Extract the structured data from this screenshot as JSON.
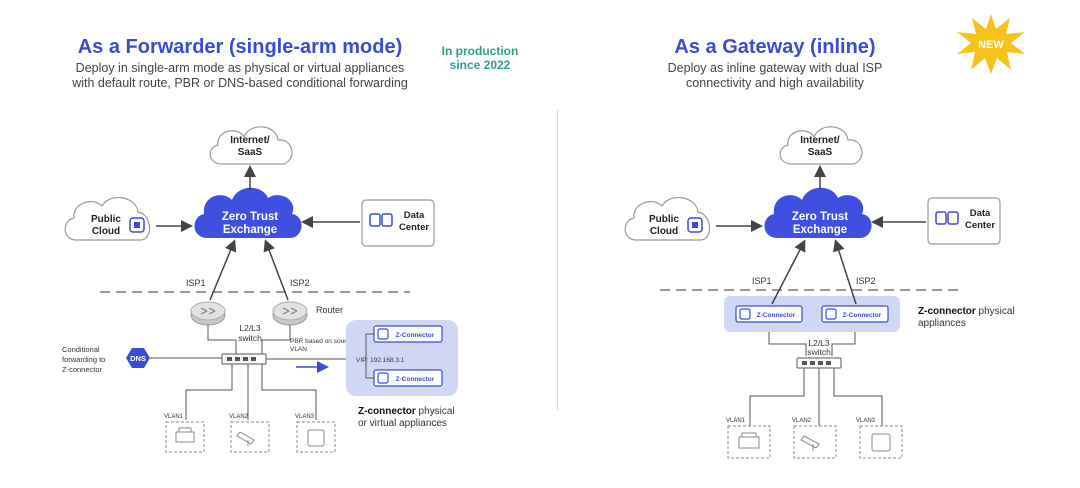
{
  "left": {
    "title": "As a Forwarder (single-arm mode)",
    "subtitle_line1": "Deploy in single-arm mode as physical or virtual appliances",
    "subtitle_line2": "with default route, PBR or DNS-based conditional forwarding",
    "badge_line1": "In production",
    "badge_line2": "since 2022",
    "internet_line1": "Internet/",
    "internet_line2": "SaaS",
    "cloud_line1": "Public",
    "cloud_line2": "Cloud",
    "zte_line1": "Zero Trust",
    "zte_line2": "Exchange",
    "dc_line1": "Data",
    "dc_line2": "Center",
    "isp1": "ISP1",
    "isp2": "ISP2",
    "router": "Router",
    "switch_line1": "L2/L3",
    "switch_line2": "switch",
    "dns": "DNS",
    "cond_line1": "Conditional",
    "cond_line2": "forwarding to",
    "cond_line3": "Z-connector",
    "pbr_line1": "PBR based on source",
    "pbr_line2": "VLAN",
    "vip": "VIP: 192.168.3.1",
    "zconn": "Z-Connector",
    "vlan1": "VLAN1",
    "vlan2": "VLAN2",
    "vlan3": "VLAN3",
    "caption_bold": "Z-connector",
    "caption_rest": " physical",
    "caption_line2": "or virtual appliances"
  },
  "right": {
    "title": "As a Gateway (inline)",
    "subtitle_line1": "Deploy as inline gateway with dual ISP",
    "subtitle_line2": "connectivity and high availability",
    "new_badge": "NEW",
    "internet_line1": "Internet/",
    "internet_line2": "SaaS",
    "cloud_line1": "Public",
    "cloud_line2": "Cloud",
    "zte_line1": "Zero Trust",
    "zte_line2": "Exchange",
    "dc_line1": "Data",
    "dc_line2": "Center",
    "isp1": "ISP1",
    "isp2": "ISP2",
    "zconn": "Z-Connector",
    "caption_bold": "Z-connector",
    "caption_rest": " physical",
    "caption_line2": "appliances",
    "switch_line1": "L2/L3",
    "switch_line2": "switch",
    "vlan1": "VLAN1",
    "vlan2": "VLAN2",
    "vlan3": "VLAN3"
  },
  "colors": {
    "brand_blue": "#3b4cd4",
    "zte_blue": "#3f4fe0",
    "teal": "#2e9e8a",
    "new_yellow": "#f8c21c",
    "zconn_panel": "#cfd7f5"
  }
}
